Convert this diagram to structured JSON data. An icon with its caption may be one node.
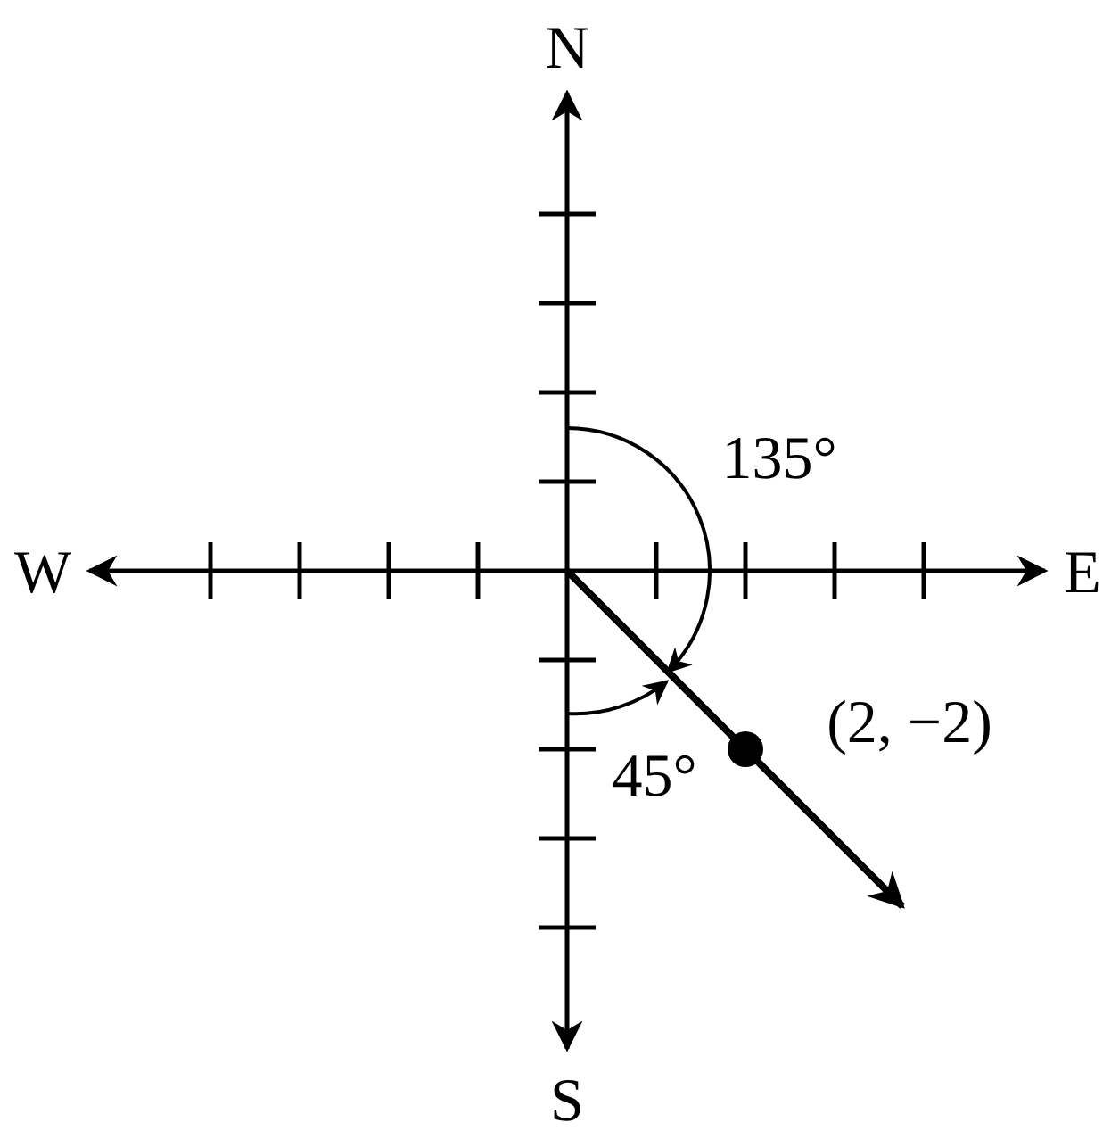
{
  "diagram": {
    "labels": [
      "N",
      "W",
      "E",
      "135°",
      "(2, −2)",
      "45°",
      "S"
    ]
  }
}
